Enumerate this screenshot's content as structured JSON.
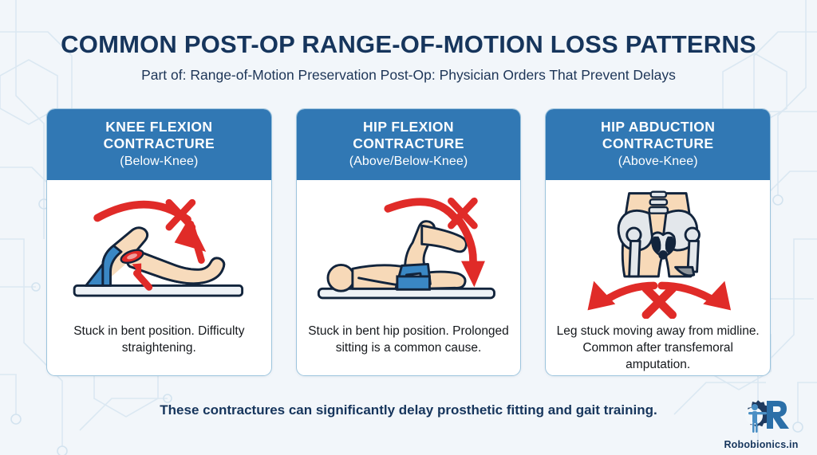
{
  "header": {
    "title": "COMMON POST-OP RANGE-OF-MOTION LOSS PATTERNS",
    "subtitle": "Part of: Range-of-Motion Preservation Post-Op: Physician Orders That Prevent Delays"
  },
  "cards": [
    {
      "title_line1": "KNEE FLEXION",
      "title_line2": "CONTRACTURE",
      "subtitle": "(Below-Knee)",
      "caption": "Stuck in bent position. Difficulty straightening.",
      "illustration": "bent-knee-on-table-illustration"
    },
    {
      "title_line1": "HIP FLEXION",
      "title_line2": "CONTRACTURE",
      "subtitle": "(Above/Below-Knee)",
      "caption": "Stuck in bent hip position. Prolonged sitting is a common cause.",
      "illustration": "supine-person-bent-hip-illustration"
    },
    {
      "title_line1": "HIP ABDUCTION",
      "title_line2": "CONTRACTURE",
      "subtitle": "(Above-Knee)",
      "caption": "Leg stuck moving away from midline. Common after transfemoral amputation.",
      "illustration": "pelvis-femur-abduction-illustration"
    }
  ],
  "footer": {
    "note": "These contractures can significantly delay prosthetic fitting and gait training.",
    "brand_name": "Robobionics.in",
    "brand_logo": "robobionics-gear-person-r-logo"
  },
  "colors": {
    "background": "#f2f6fa",
    "header_band": "#3178b4",
    "title_navy": "#16355c",
    "arrow_red": "#e02b28",
    "skin": "#f7d9b8",
    "outline_navy": "#12243c",
    "bone_grey": "#d9dde2",
    "card_border": "#9cc4dd"
  }
}
